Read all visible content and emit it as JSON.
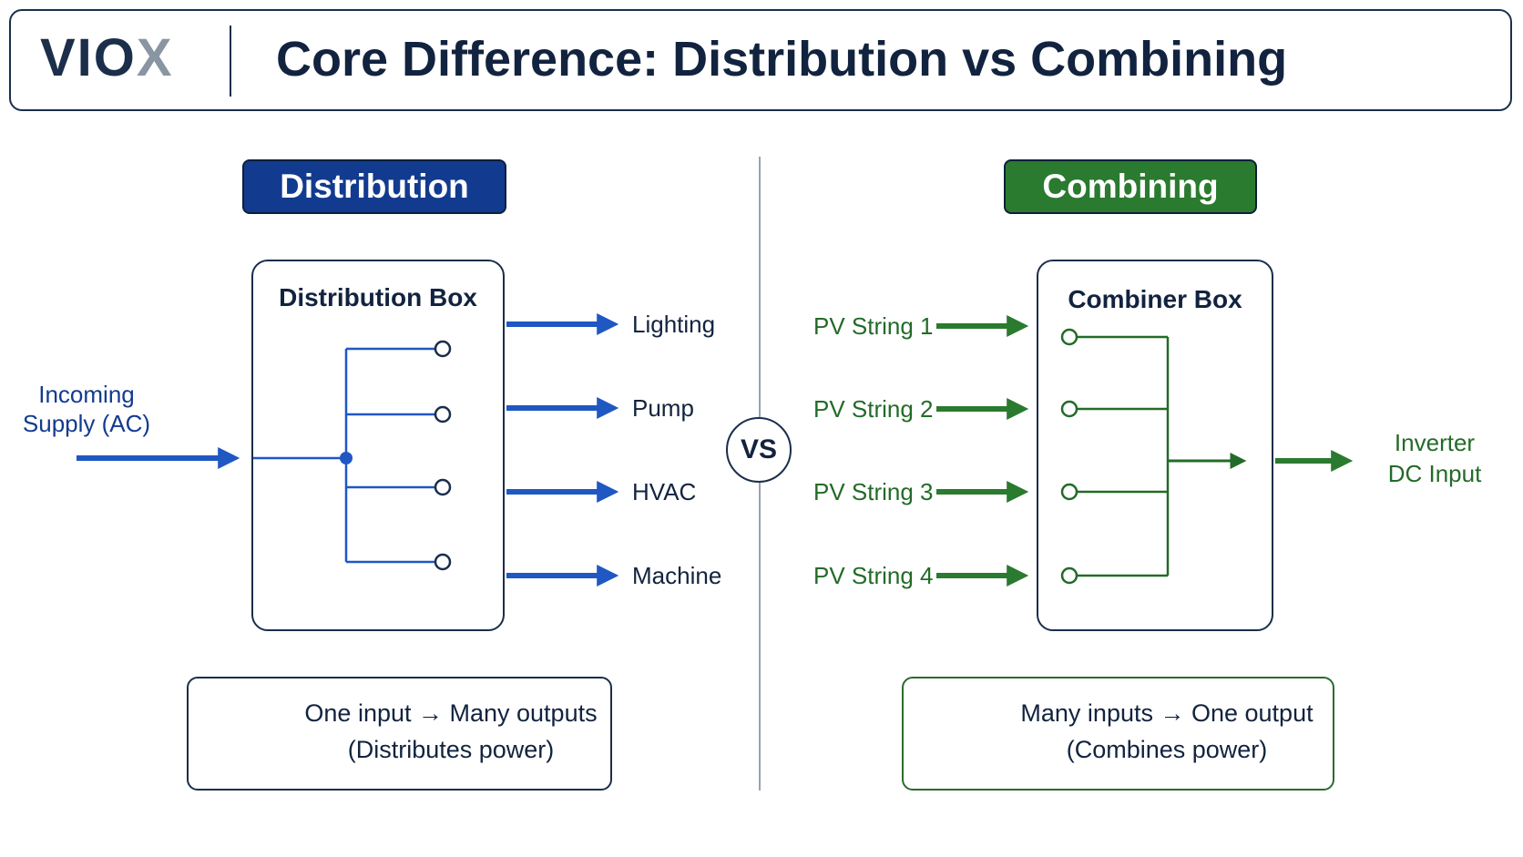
{
  "header": {
    "logo_main": "VIO",
    "logo_accent": "X",
    "title": "Core Difference: Distribution vs Combining"
  },
  "colors": {
    "navy": "#1b2e4a",
    "blue_accent": "#1f57c3",
    "green_accent": "#2a7a2f"
  },
  "distribution": {
    "heading": "Distribution",
    "box_title": "Distribution Box",
    "input_label_line1": "Incoming",
    "input_label_line2": "Supply (AC)",
    "outputs": [
      "Lighting",
      "Pump",
      "HVAC",
      "Machine"
    ],
    "summary_line1": "One input → Many outputs",
    "summary_line2": "(Distributes power)",
    "summary_icon": "distribute-icon"
  },
  "vs_label": "VS",
  "combining": {
    "heading": "Combining",
    "box_title": "Combiner Box",
    "inputs": [
      "PV String 1",
      "PV String 2",
      "PV String 3",
      "PV String 4"
    ],
    "output_label_line1": "Inverter",
    "output_label_line2": "DC Input",
    "summary_line1": "Many inputs → One output",
    "summary_line2": "(Combines power)",
    "summary_icon": "combine-icon"
  }
}
